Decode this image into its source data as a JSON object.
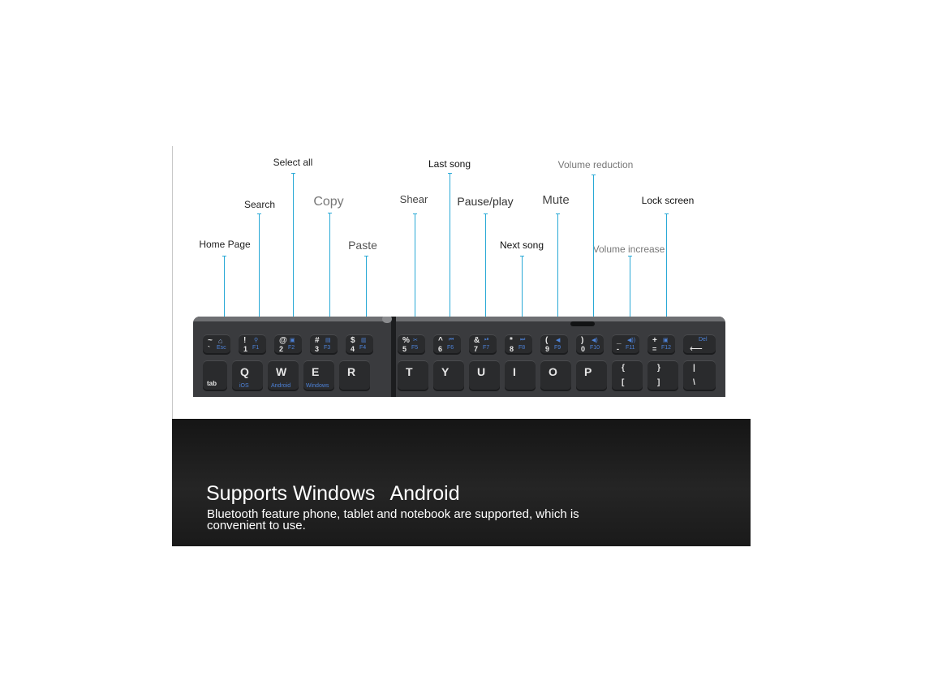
{
  "callouts": [
    {
      "id": "home-page",
      "label": "Home Page"
    },
    {
      "id": "search",
      "label": "Search"
    },
    {
      "id": "select-all",
      "label": "Select all"
    },
    {
      "id": "copy",
      "label": "Copy"
    },
    {
      "id": "paste",
      "label": "Paste"
    },
    {
      "id": "shear",
      "label": "Shear"
    },
    {
      "id": "last-song",
      "label": "Last song"
    },
    {
      "id": "pause-play",
      "label": "Pause/play"
    },
    {
      "id": "next-song",
      "label": "Next song"
    },
    {
      "id": "mute",
      "label": "Mute"
    },
    {
      "id": "volume-reduction",
      "label": "Volume reduction"
    },
    {
      "id": "volume-increase",
      "label": "Volume increase"
    },
    {
      "id": "lock-screen",
      "label": "Lock screen"
    }
  ],
  "keyboard": {
    "function_row": [
      {
        "top": "~",
        "bottom": "`",
        "fn": "Esc"
      },
      {
        "top": "!",
        "bottom": "1",
        "fn": "F1"
      },
      {
        "top": "@",
        "bottom": "2",
        "fn": "F2"
      },
      {
        "top": "#",
        "bottom": "3",
        "fn": "F3"
      },
      {
        "top": "$",
        "bottom": "4",
        "fn": "F4"
      },
      {
        "top": "%",
        "bottom": "5",
        "fn": "F5"
      },
      {
        "top": "^",
        "bottom": "6",
        "fn": "F6"
      },
      {
        "top": "&",
        "bottom": "7",
        "fn": "F7"
      },
      {
        "top": "*",
        "bottom": "8",
        "fn": "F8"
      },
      {
        "top": "(",
        "bottom": "9",
        "fn": "F9"
      },
      {
        "top": ")",
        "bottom": "0",
        "fn": "F10"
      },
      {
        "top": "_",
        "bottom": "-",
        "fn": "F11"
      },
      {
        "top": "+",
        "bottom": "=",
        "fn": "F12"
      },
      {
        "top": "",
        "bottom": "",
        "fn": "Del"
      }
    ],
    "letter_row": [
      {
        "main": "tab",
        "sub": ""
      },
      {
        "main": "Q",
        "sub": "iOS"
      },
      {
        "main": "W",
        "sub": "Android"
      },
      {
        "main": "E",
        "sub": "Windows"
      },
      {
        "main": "R",
        "sub": ""
      },
      {
        "main": "T",
        "sub": ""
      },
      {
        "main": "Y",
        "sub": ""
      },
      {
        "main": "U",
        "sub": ""
      },
      {
        "main": "I",
        "sub": ""
      },
      {
        "main": "O",
        "sub": ""
      },
      {
        "main": "P",
        "sub": ""
      },
      {
        "main": "{",
        "sub": "["
      },
      {
        "main": "}",
        "sub": "]"
      },
      {
        "main": "|",
        "sub": "\\"
      }
    ]
  },
  "banner": {
    "title_1": "Supports Windows",
    "title_2": "Android",
    "description": "Bluetooth feature phone, tablet and notebook are supported, which is convenient to use."
  }
}
